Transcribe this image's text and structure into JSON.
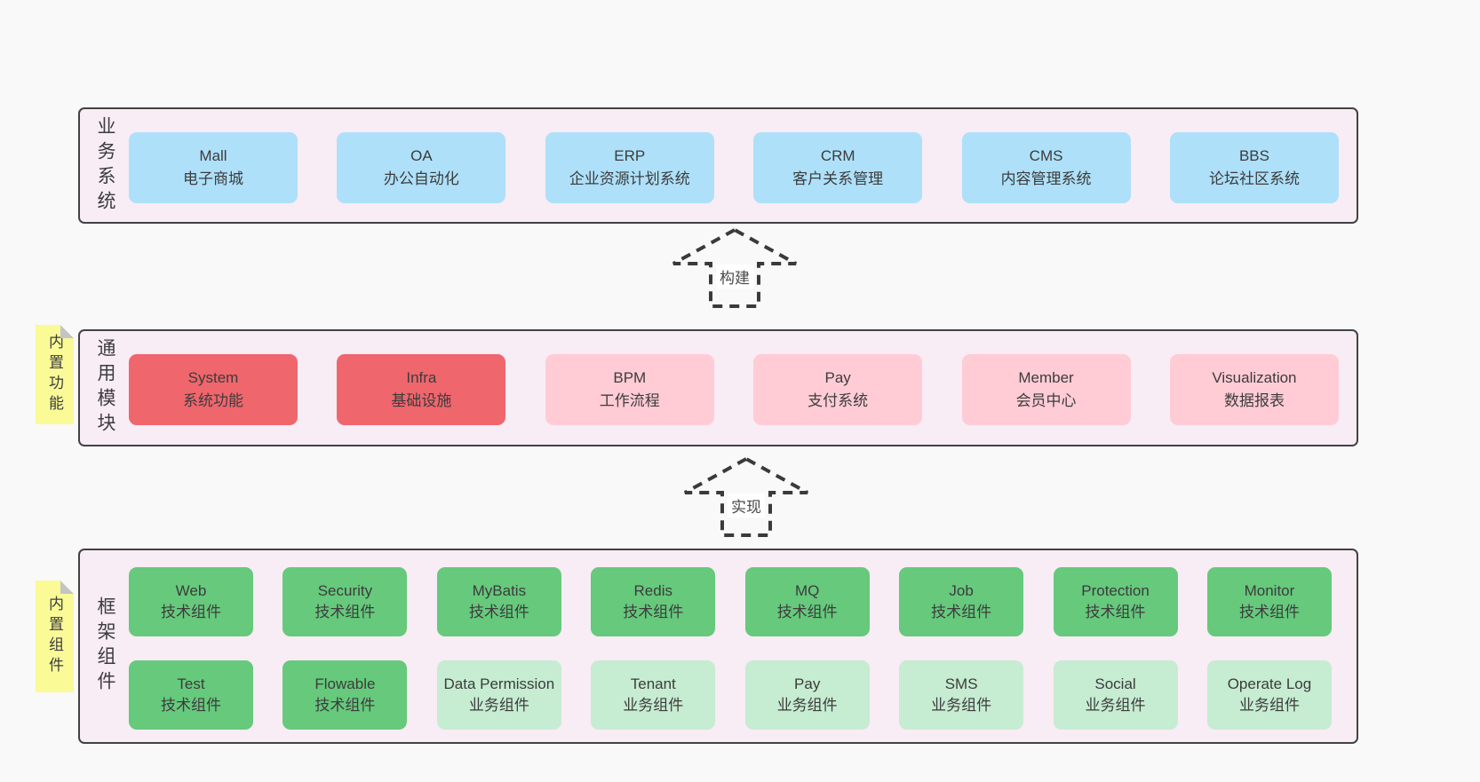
{
  "colors": {
    "page_bg": "#f9f9f9",
    "panel_bg": "#f8ecf5",
    "panel_border": "#424242",
    "blue_box": "#aee0f9",
    "red_box": "#ef666d",
    "pink_box": "#ffccd6",
    "green_box": "#66c97c",
    "light_green_box": "#c6ecd2",
    "sticky_yellow": "#fafa97",
    "sticky_fold_gray": "#c4c4c4",
    "text": "#3d3d3d"
  },
  "arrows": {
    "build": "构建",
    "implement": "实现"
  },
  "sections": {
    "business": {
      "label": "业务系统",
      "boxes": [
        {
          "name": "Mall",
          "desc": "电子商城"
        },
        {
          "name": "OA",
          "desc": "办公自动化"
        },
        {
          "name": "ERP",
          "desc": "企业资源计划系统"
        },
        {
          "name": "CRM",
          "desc": "客户关系管理"
        },
        {
          "name": "CMS",
          "desc": "内容管理系统"
        },
        {
          "name": "BBS",
          "desc": "论坛社区系统"
        }
      ]
    },
    "modules": {
      "label": "通用模块",
      "sticky": "内置功能",
      "boxes": [
        {
          "name": "System",
          "desc": "系统功能"
        },
        {
          "name": "Infra",
          "desc": "基础设施"
        },
        {
          "name": "BPM",
          "desc": "工作流程"
        },
        {
          "name": "Pay",
          "desc": "支付系统"
        },
        {
          "name": "Member",
          "desc": "会员中心"
        },
        {
          "name": "Visualization",
          "desc": "数据报表"
        }
      ]
    },
    "framework": {
      "label": "框架组件",
      "sticky": "内置组件",
      "row1": [
        {
          "name": "Web",
          "desc": "技术组件"
        },
        {
          "name": "Security",
          "desc": "技术组件"
        },
        {
          "name": "MyBatis",
          "desc": "技术组件"
        },
        {
          "name": "Redis",
          "desc": "技术组件"
        },
        {
          "name": "MQ",
          "desc": "技术组件"
        },
        {
          "name": "Job",
          "desc": "技术组件"
        },
        {
          "name": "Protection",
          "desc": "技术组件"
        },
        {
          "name": "Monitor",
          "desc": "技术组件"
        }
      ],
      "row2": [
        {
          "name": "Test",
          "desc": "技术组件"
        },
        {
          "name": "Flowable",
          "desc": "技术组件"
        },
        {
          "name": "Data Permission",
          "desc": "业务组件"
        },
        {
          "name": "Tenant",
          "desc": "业务组件"
        },
        {
          "name": "Pay",
          "desc": "业务组件"
        },
        {
          "name": "SMS",
          "desc": "业务组件"
        },
        {
          "name": "Social",
          "desc": "业务组件"
        },
        {
          "name": "Operate Log",
          "desc": "业务组件"
        }
      ]
    }
  }
}
